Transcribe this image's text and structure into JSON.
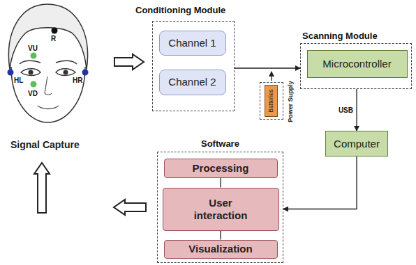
{
  "diagram": {
    "nodes": [
      {
        "text": [
          "Signal Capture"
        ]
      },
      {
        "text": [
          "Conditioning Module"
        ]
      },
      {
        "text": [
          "Channel 1"
        ],
        "in": 1
      },
      {
        "text": [
          "Channel 2"
        ],
        "in": 1
      },
      {
        "text": [
          "Scanning Module"
        ]
      },
      {
        "text": [
          "Microcontroller"
        ],
        "in": 4
      },
      {
        "text": [
          "Power Supply"
        ]
      },
      {
        "text": [
          "Batteries"
        ],
        "in": 6
      },
      {
        "text": [
          "Computer"
        ]
      },
      {
        "text": [
          "Software"
        ]
      },
      {
        "text": [
          "Processing"
        ],
        "in": 9
      },
      {
        "text": [
          "User interaction"
        ],
        "in": 9
      },
      {
        "text": [
          "Visualization"
        ],
        "in": 9
      }
    ],
    "edges": [
      {
        "from": 0,
        "to": 1,
        "arrow": "to"
      },
      {
        "from": 1,
        "to": 5,
        "arrow": "to"
      },
      {
        "from": 5,
        "to": 8,
        "label": "USB",
        "arrow": "to"
      },
      {
        "from": 8,
        "to": 11,
        "arrow": "to"
      },
      {
        "from": 9,
        "to": 0,
        "arrow": "to"
      },
      {
        "from": 10,
        "to": 11,
        "arrow": "none"
      },
      {
        "from": 11,
        "to": 12,
        "arrow": "none"
      }
    ],
    "labels": [
      "VU",
      "R",
      "HL",
      "HR",
      "VD"
    ]
  }
}
